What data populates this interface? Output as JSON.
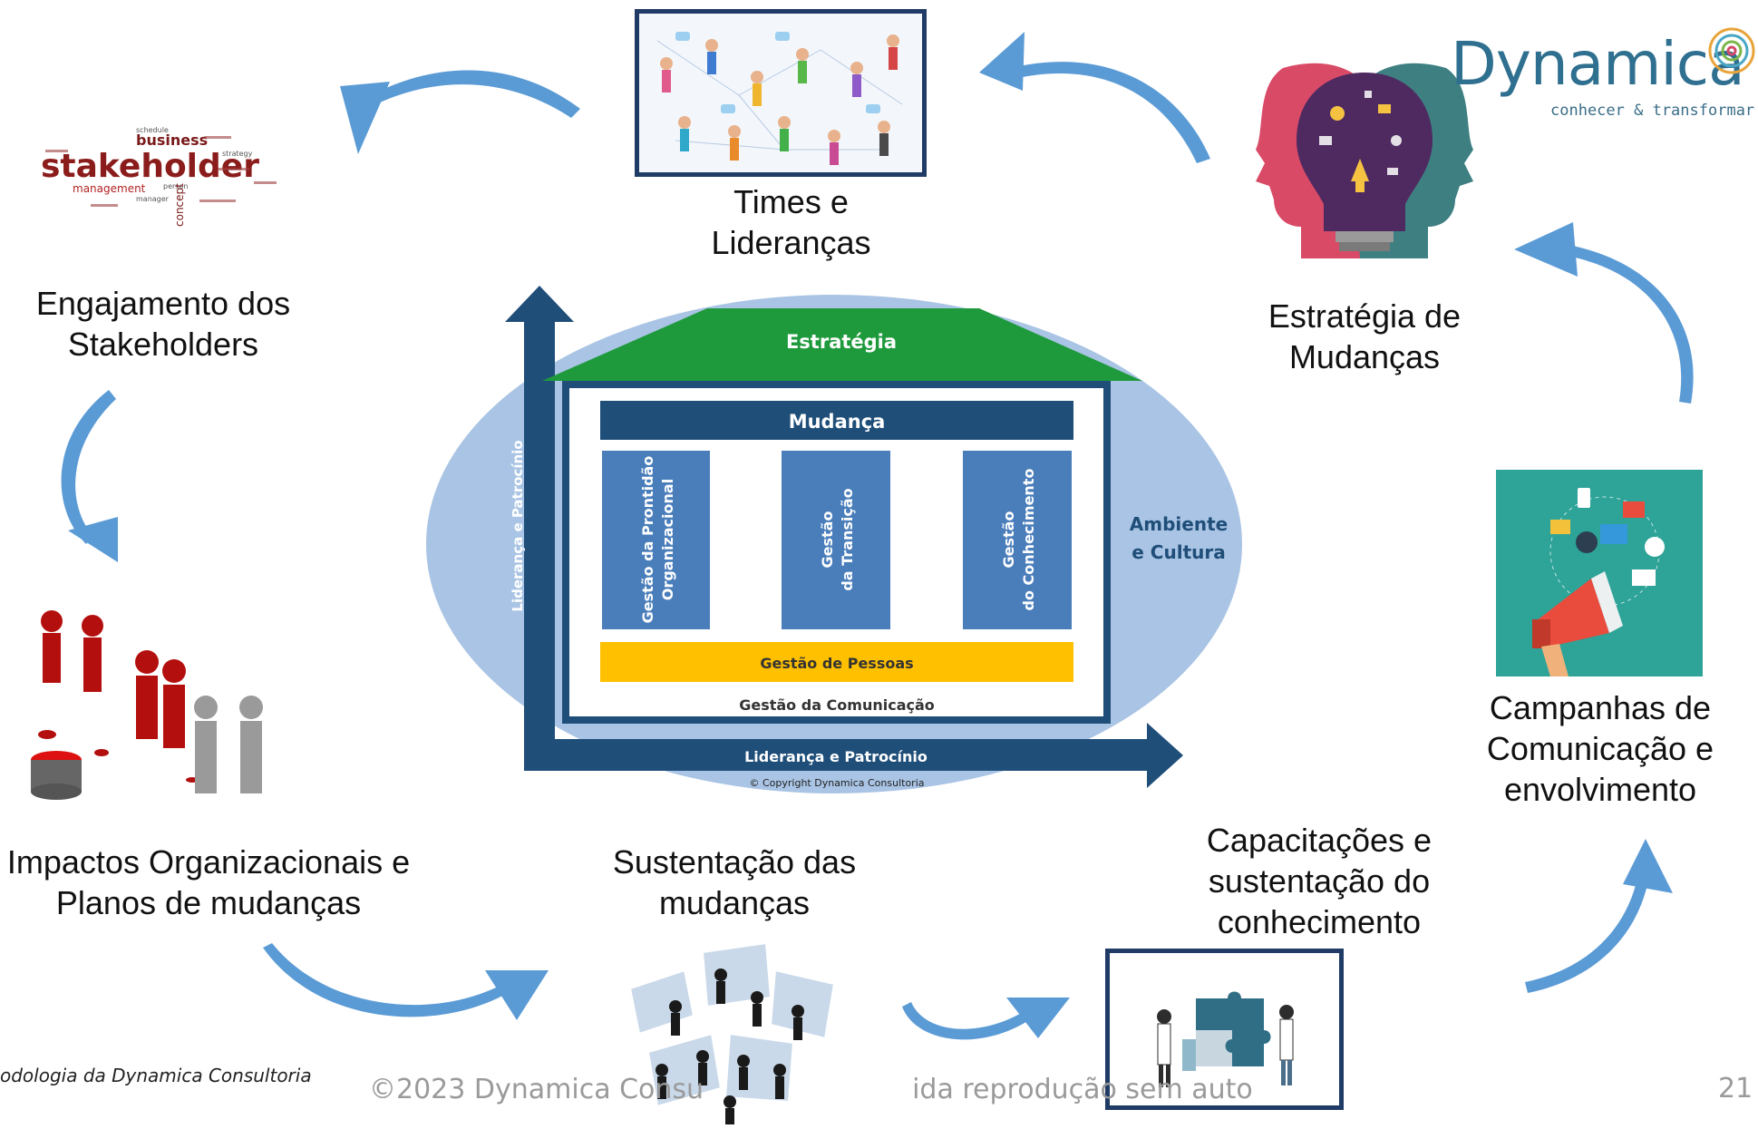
{
  "logo": {
    "name": "Dynamica",
    "tagline": "conhecer & transformar"
  },
  "cycle_labels": {
    "times": [
      "Times e",
      "Lideranças"
    ],
    "estrategia": [
      "Estratégia de",
      "Mudanças"
    ],
    "engajamento": [
      "Engajamento dos",
      "Stakeholders"
    ],
    "impactos": [
      "Impactos Organizacionais e",
      "Planos de mudanças"
    ],
    "sustentacao": [
      "Sustentação das",
      "mudanças"
    ],
    "capacitacoes": [
      "Capacitações e",
      "sustentação do",
      "conhecimento"
    ],
    "campanhas": [
      "Campanhas de",
      "Comunicação e",
      "envolvimento"
    ]
  },
  "house": {
    "roof": "Estratégia",
    "beam": "Mudança",
    "pillars": [
      [
        "Gestão da Prontidão",
        "Organizacional"
      ],
      [
        "Gestão",
        "da Transição"
      ],
      [
        "Gestão",
        "do Conhecimento"
      ]
    ],
    "people": "Gestão de Pessoas",
    "communication": "Gestão da Comunicação",
    "vertical_axis": "Liderança e Patrocínio",
    "horizontal_axis": "Liderança e Patrocínio",
    "environment": [
      "Ambiente",
      "e Cultura"
    ],
    "copyright": "© Copyright Dynamica Consultoria"
  },
  "images": {
    "stakeholder_words": [
      "business",
      "stakeholder",
      "management",
      "concept",
      "schedule",
      "person",
      "strategy",
      "manager"
    ]
  },
  "footer": {
    "left": "odologia da Dynamica Consultoria",
    "middle_part1": "©2023 Dynamica Consu",
    "middle_part2": "ida reprodução sem auto",
    "page": "21"
  },
  "colors": {
    "arrow": "#5b9bd5",
    "navy": "#1f4e79",
    "pillar": "#4a7ebb",
    "roof": "#1e9a3c",
    "people": "#ffc000",
    "ellipse": "#a9c4e4"
  }
}
